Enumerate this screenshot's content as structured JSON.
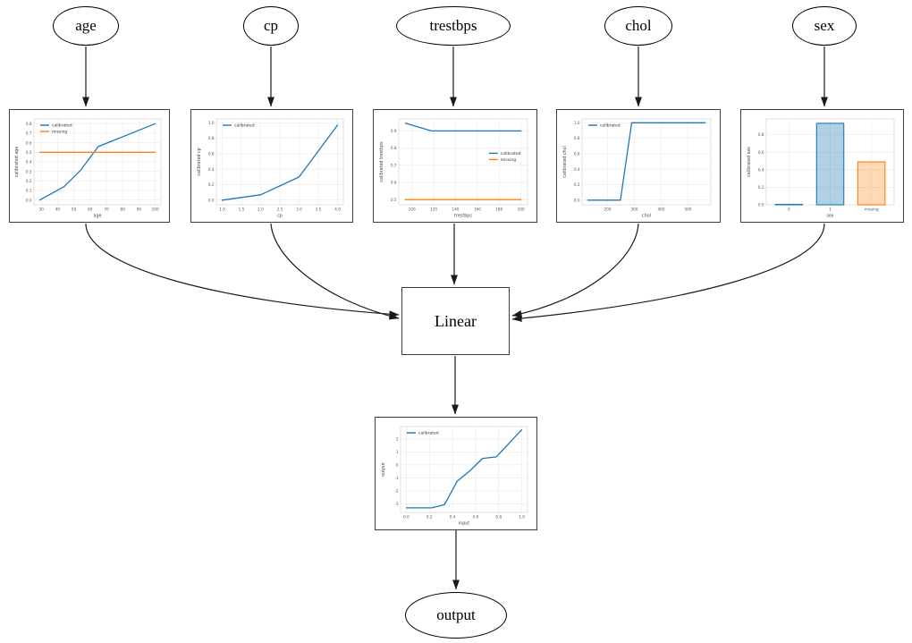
{
  "graph": {
    "input_nodes": [
      {
        "id": "age",
        "label": "age"
      },
      {
        "id": "cp",
        "label": "cp"
      },
      {
        "id": "trestbps",
        "label": "trestbps"
      },
      {
        "id": "chol",
        "label": "chol"
      },
      {
        "id": "sex",
        "label": "sex"
      }
    ],
    "combiner": {
      "label": "Linear"
    },
    "output_node": {
      "label": "output"
    }
  },
  "colors": {
    "calibrated": "#1f77b4",
    "missing": "#ff7f0e",
    "edge": "#1a1a1a",
    "grid": "#e9e9e9",
    "frame": "#d9d9d9"
  },
  "chart_data": [
    {
      "id": "age",
      "type": "line",
      "title": "",
      "xlabel": "age",
      "ylabel": "calibrated age",
      "xlim": [
        25.5,
        103.5
      ],
      "ylim": [
        -0.05,
        0.85
      ],
      "xticks": [
        30,
        40,
        50,
        60,
        70,
        80,
        90,
        100
      ],
      "xtick_labels": [
        "30",
        "40",
        "50",
        "60",
        "70",
        "80",
        "90",
        "100"
      ],
      "yticks": [
        0.0,
        0.1,
        0.2,
        0.3,
        0.4,
        0.5,
        0.6,
        0.7,
        0.8
      ],
      "ytick_labels": [
        "0.0",
        "0.1",
        "0.2",
        "0.3",
        "0.4",
        "0.5",
        "0.6",
        "0.7",
        "0.8"
      ],
      "legend": {
        "pos": "top-left"
      },
      "grid": true,
      "series": [
        {
          "name": "calibrated",
          "color": "#1f77b4",
          "points": [
            [
              29,
              0.0
            ],
            [
              44,
              0.14
            ],
            [
              54,
              0.31
            ],
            [
              65,
              0.56
            ],
            [
              100,
              0.8
            ]
          ]
        },
        {
          "name": "missing",
          "color": "#ff7f0e",
          "points": [
            [
              29,
              0.5
            ],
            [
              100,
              0.5
            ]
          ]
        }
      ]
    },
    {
      "id": "cp",
      "type": "line",
      "title": "",
      "xlabel": "cp",
      "ylabel": "calibrated cp",
      "xlim": [
        0.85,
        4.15
      ],
      "ylim": [
        -0.06,
        1.05
      ],
      "xticks": [
        1.0,
        1.5,
        2.0,
        2.5,
        3.0,
        3.5,
        4.0
      ],
      "xtick_labels": [
        "1.0",
        "1.5",
        "2.0",
        "2.5",
        "3.0",
        "3.5",
        "4.0"
      ],
      "yticks": [
        0.0,
        0.2,
        0.4,
        0.6,
        0.8,
        1.0
      ],
      "ytick_labels": [
        "0.0",
        "0.2",
        "0.4",
        "0.6",
        "0.8",
        "1.0"
      ],
      "legend": {
        "pos": "top-left"
      },
      "grid": true,
      "series": [
        {
          "name": "calibrated",
          "color": "#1f77b4",
          "points": [
            [
              1.0,
              0.0
            ],
            [
              2.0,
              0.07
            ],
            [
              3.0,
              0.3
            ],
            [
              4.0,
              0.97
            ]
          ]
        }
      ]
    },
    {
      "id": "trestbps",
      "type": "line",
      "title": "",
      "xlabel": "trestbps",
      "ylabel": "calibrated trestbps",
      "xlim": [
        88,
        206
      ],
      "ylim": [
        0.47,
        0.97
      ],
      "xticks": [
        100,
        120,
        140,
        160,
        180,
        200
      ],
      "xtick_labels": [
        "100",
        "120",
        "140",
        "160",
        "180",
        "200"
      ],
      "yticks": [
        0.5,
        0.6,
        0.7,
        0.8,
        0.9
      ],
      "ytick_labels": [
        "0.5",
        "0.6",
        "0.7",
        "0.8",
        "0.9"
      ],
      "legend": {
        "pos": "right-center"
      },
      "grid": true,
      "series": [
        {
          "name": "calibrated",
          "color": "#1f77b4",
          "points": [
            [
              94,
              0.945
            ],
            [
              118,
              0.9
            ],
            [
              200,
              0.9
            ]
          ]
        },
        {
          "name": "missing",
          "color": "#ff7f0e",
          "points": [
            [
              94,
              0.5
            ],
            [
              200,
              0.5
            ]
          ]
        }
      ]
    },
    {
      "id": "chol",
      "type": "line",
      "title": "",
      "xlabel": "chol",
      "ylabel": "calibrated chol",
      "xlim": [
        105,
        585
      ],
      "ylim": [
        -0.06,
        1.05
      ],
      "xticks": [
        200,
        300,
        400,
        500
      ],
      "xtick_labels": [
        "200",
        "300",
        "400",
        "500"
      ],
      "yticks": [
        0.0,
        0.2,
        0.4,
        0.6,
        0.8,
        1.0
      ],
      "ytick_labels": [
        "0.0",
        "0.2",
        "0.4",
        "0.6",
        "0.8",
        "1.0"
      ],
      "legend": {
        "pos": "top-left"
      },
      "grid": true,
      "series": [
        {
          "name": "calibrated",
          "color": "#1f77b4",
          "points": [
            [
              126,
              0.0
            ],
            [
              248,
              0.0
            ],
            [
              290,
              1.0
            ],
            [
              564,
              1.0
            ]
          ]
        }
      ]
    },
    {
      "id": "sex",
      "type": "bar",
      "title": "",
      "xlabel": "sex",
      "ylabel": "calibrated sex",
      "categories": [
        "0",
        "1",
        "missing"
      ],
      "values": [
        0.005,
        0.93,
        0.49
      ],
      "ylim": [
        0,
        0.98
      ],
      "yticks": [
        0.0,
        0.2,
        0.4,
        0.6,
        0.8
      ],
      "ytick_labels": [
        "0.0",
        "0.2",
        "0.4",
        "0.6",
        "0.8"
      ],
      "grid": true,
      "bar_fill": [
        "rgba(31,119,180,0.35)",
        "rgba(31,119,180,0.35)",
        "rgba(255,127,14,0.30)"
      ],
      "bar_edge": [
        "#1f77b4",
        "#1f77b4",
        "#ff7f0e"
      ]
    },
    {
      "id": "output",
      "type": "line",
      "title": "",
      "xlabel": "input",
      "ylabel": "output",
      "xlim": [
        -0.05,
        1.05
      ],
      "ylim": [
        -3.65,
        2.95
      ],
      "xticks": [
        0.0,
        0.2,
        0.4,
        0.6,
        0.8,
        1.0
      ],
      "xtick_labels": [
        "0.0",
        "0.2",
        "0.4",
        "0.6",
        "0.8",
        "1.0"
      ],
      "yticks": [
        -3,
        -2,
        -1,
        0,
        1,
        2
      ],
      "ytick_labels": [
        "-3",
        "-2",
        "-1",
        "0",
        "1",
        "2"
      ],
      "legend": {
        "pos": "top-left"
      },
      "grid": true,
      "series": [
        {
          "name": "calibrated",
          "color": "#1f77b4",
          "points": [
            [
              0.0,
              -3.3
            ],
            [
              0.22,
              -3.3
            ],
            [
              0.33,
              -3.05
            ],
            [
              0.44,
              -1.25
            ],
            [
              0.55,
              -0.45
            ],
            [
              0.66,
              0.5
            ],
            [
              0.78,
              0.62
            ],
            [
              1.0,
              2.7
            ]
          ]
        }
      ]
    }
  ]
}
